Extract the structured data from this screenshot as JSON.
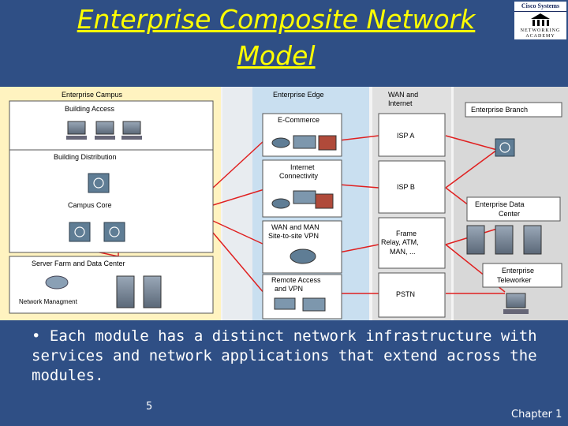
{
  "slide": {
    "title_line1": "Enterprise Composite Network",
    "title_line2": "Model",
    "bullet": "• Each module has a distinct network infrastructure with services and network applications that extend across the modules.",
    "page_number": "5",
    "chapter": "Chapter 1"
  },
  "logo": {
    "brand": "Cisco Systems",
    "line1": "NETWORKING",
    "line2": "ACADEMY"
  },
  "diagram": {
    "campus": {
      "title": "Enterprise Campus",
      "building_access": "Building Access",
      "building_distribution": "Building Distribution",
      "campus_core": "Campus Core",
      "server_farm": "Server Farm and Data Center",
      "network_management": "Network Managment"
    },
    "edge": {
      "title": "Enterprise Edge",
      "ecommerce": "E-Commerce",
      "internet_line1": "Internet",
      "internet_line2": "Connectivity",
      "wan_line1": "WAN and MAN",
      "wan_line2": "Site-to-site VPN",
      "remote_line1": "Remote Access",
      "remote_line2": "and VPN"
    },
    "wan": {
      "title_line1": "WAN and",
      "title_line2": "Internet",
      "isp_a": "ISP A",
      "isp_b": "ISP B",
      "frame_line1": "Frame",
      "frame_line2": "Relay, ATM,",
      "frame_line3": "MAN, ...",
      "pstn": "PSTN"
    },
    "remote": {
      "branch": "Enterprise Branch",
      "datacenter_line1": "Enterprise Data",
      "datacenter_line2": "Center",
      "teleworker_line1": "Enterprise",
      "teleworker_line2": "Teleworker"
    },
    "colors": {
      "campus_bg": "#fff3c0",
      "edge_bg": "#c9dff0",
      "remote_bg": "#dcdcdc",
      "link": "#e02020",
      "title_text": "#ffff00",
      "slide_bg": "#2f4f85"
    }
  }
}
